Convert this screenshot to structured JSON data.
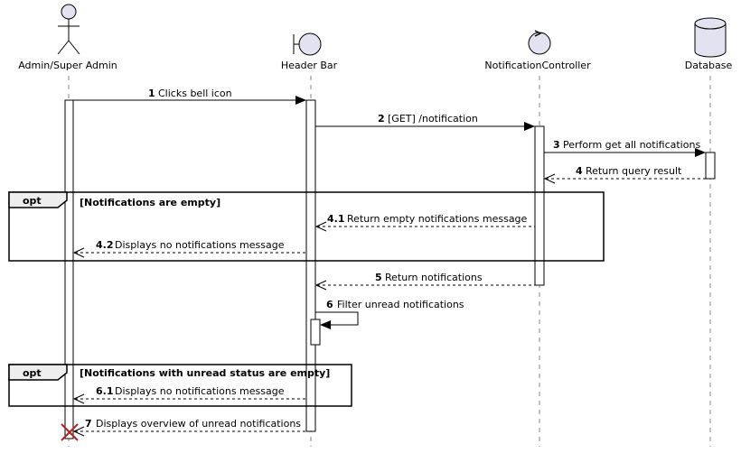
{
  "participants": {
    "admin": "Admin/Super Admin",
    "header_bar": "Header Bar",
    "controller": "NotificationController",
    "database": "Database"
  },
  "messages": [
    {
      "num": "1",
      "text": "Clicks bell icon"
    },
    {
      "num": "2",
      "text": "[GET] /notification"
    },
    {
      "num": "3",
      "text": "Perform get all notifications"
    },
    {
      "num": "4",
      "text": "Return query result"
    },
    {
      "num": "4.1",
      "text": "Return empty notifications message"
    },
    {
      "num": "4.2",
      "text": "Displays no notifications message"
    },
    {
      "num": "5",
      "text": "Return notifications"
    },
    {
      "num": "6",
      "text": "Filter unread notifications"
    },
    {
      "num": "6.1",
      "text": "Displays no notifications message"
    },
    {
      "num": "7",
      "text": "Displays overview of unread notifications"
    }
  ],
  "fragments": [
    {
      "operator": "opt",
      "guard": "[Notifications are empty]"
    },
    {
      "operator": "opt",
      "guard": "[Notifications with unread status are empty]"
    }
  ]
}
